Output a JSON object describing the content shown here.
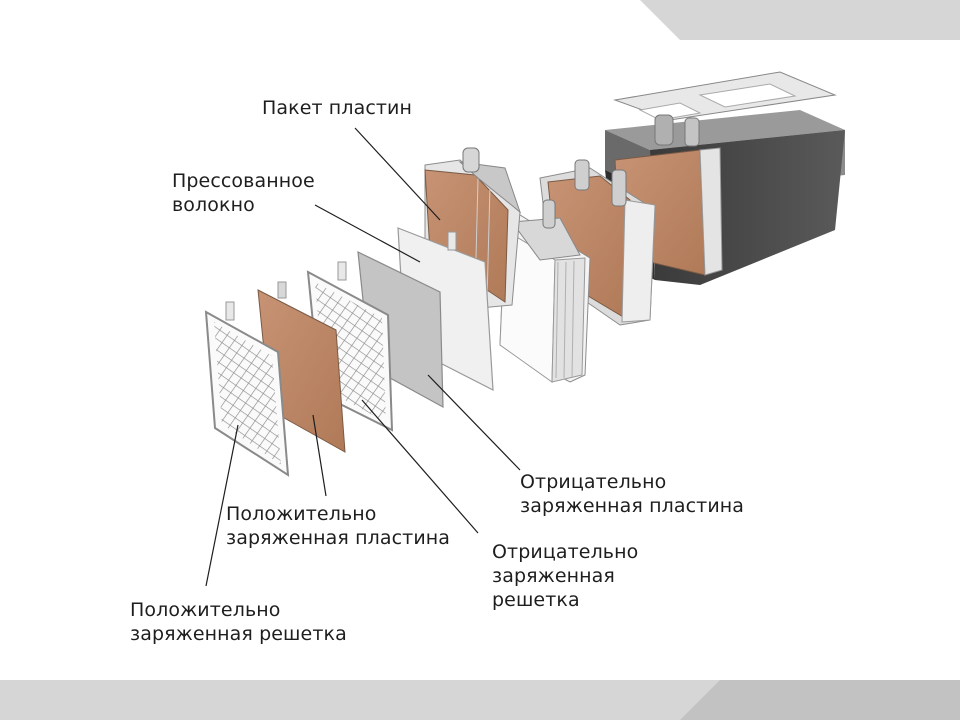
{
  "diagram": {
    "labels": {
      "plate_pack": "Пакет пластин",
      "pressed_fiber_line1": "Прессованное",
      "pressed_fiber_line2": "волокно",
      "negative_plate_line1": "Отрицательно",
      "negative_plate_line2": "заряженная пластина",
      "positive_plate_line1": "Положительно",
      "positive_plate_line2": "заряженная пластина",
      "negative_grid_line1": "Отрицательно",
      "negative_grid_line2": "заряженная",
      "negative_grid_line3": "решетка",
      "positive_grid_line1": "Положительно",
      "positive_grid_line2": "заряженная решетка"
    }
  },
  "colors": {
    "active_mass": "#bf8a68",
    "separator_fiber": "#f0f0f0",
    "separator_gray": "#c4c4c4",
    "battery_case": "#4a4a4a",
    "slide_band": "#d4d4d4"
  }
}
